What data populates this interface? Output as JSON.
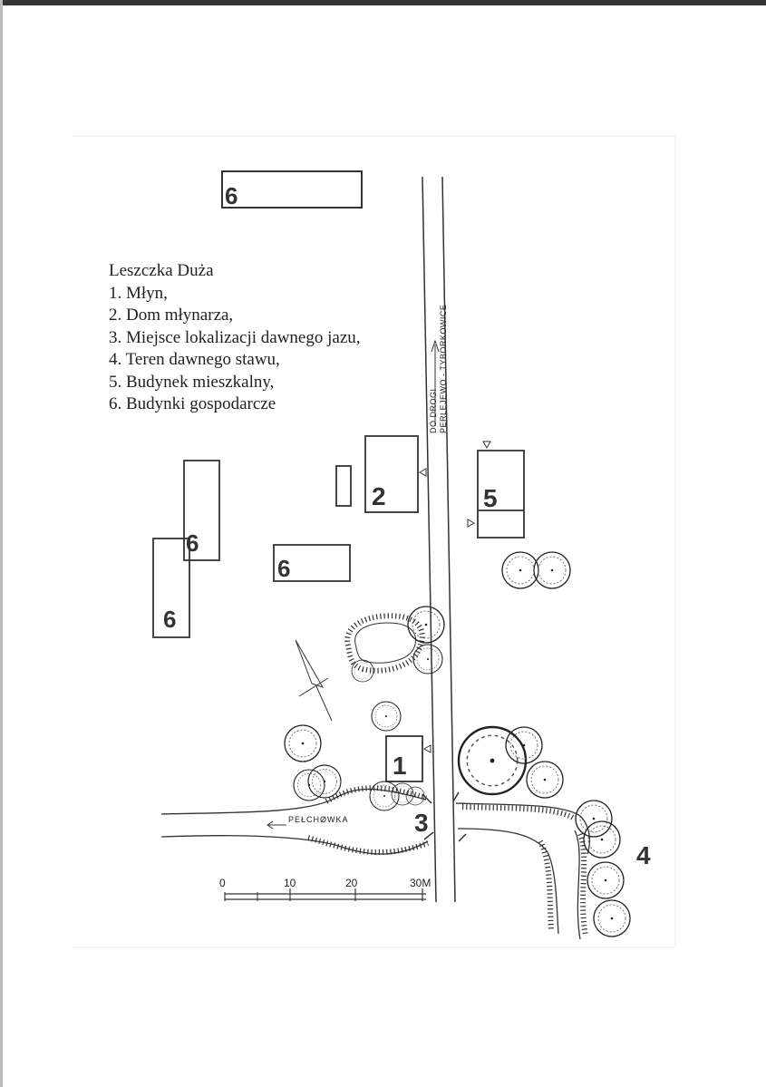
{
  "legend": {
    "title": "Leszczka Duża",
    "items": [
      "1. Młyn,",
      "2. Dom młynarza,",
      "3. Miejsce lokalizacji dawnego jazu,",
      "4. Teren dawnego stawu,",
      "5. Budynek mieszkalny,",
      "6. Budynki gospodarcze"
    ]
  },
  "labels": {
    "mill": "1",
    "miller_house": "2",
    "weir": "3",
    "pond": "4",
    "residential": "5",
    "farm_6a": "6",
    "farm_6b": "6",
    "farm_6c": "6",
    "farm_6d": "6"
  },
  "road": {
    "line1": "DO DROGI",
    "line2": "PERLEJEWO - TYBORKOWICE"
  },
  "river": {
    "name": "PEŁCHØWKA"
  },
  "scale": {
    "ticks": [
      "0",
      "10",
      "20",
      "30M"
    ]
  }
}
